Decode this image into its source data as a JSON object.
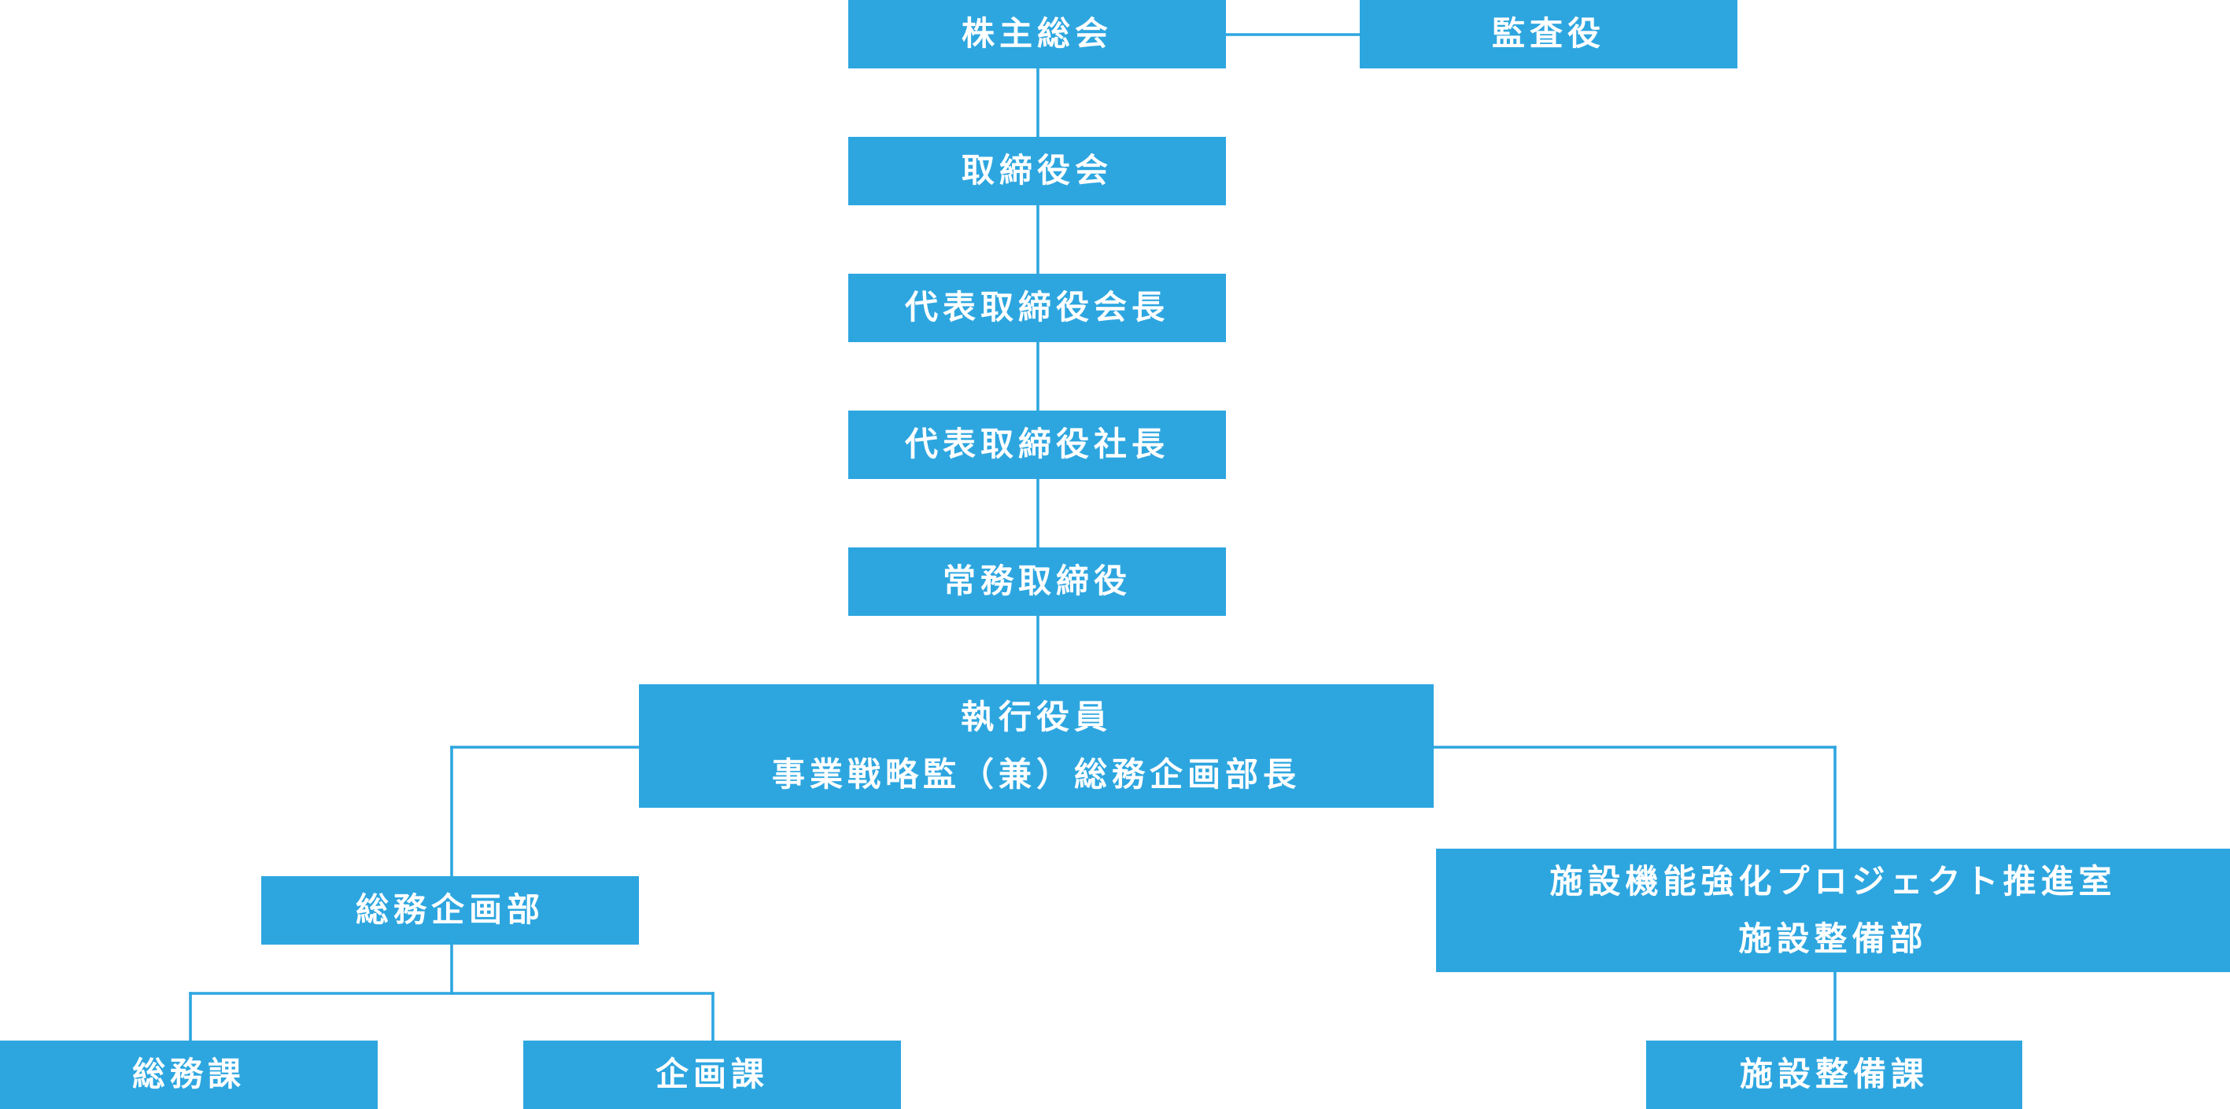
{
  "org_chart": {
    "nodes": {
      "shareholders_meeting": {
        "lines": [
          "株主総会"
        ]
      },
      "auditor": {
        "lines": [
          "監査役"
        ]
      },
      "board_of_directors": {
        "lines": [
          "取締役会"
        ]
      },
      "chairman": {
        "lines": [
          "代表取締役会長"
        ]
      },
      "president": {
        "lines": [
          "代表取締役社長"
        ]
      },
      "managing_director": {
        "lines": [
          "常務取締役"
        ]
      },
      "executive_officer": {
        "lines": [
          "執行役員",
          "事業戦略監（兼）総務企画部長"
        ]
      },
      "general_planning_dept": {
        "lines": [
          "総務企画部"
        ]
      },
      "facility_strengthening_office": {
        "lines": [
          "施設機能強化プロジェクト推進室",
          "施設整備部"
        ]
      },
      "general_affairs_section": {
        "lines": [
          "総務課"
        ]
      },
      "planning_section": {
        "lines": [
          "企画課"
        ]
      },
      "facility_maintenance_section": {
        "lines": [
          "施設整備課"
        ]
      }
    },
    "edges": [
      [
        "shareholders_meeting",
        "auditor"
      ],
      [
        "shareholders_meeting",
        "board_of_directors"
      ],
      [
        "board_of_directors",
        "chairman"
      ],
      [
        "chairman",
        "president"
      ],
      [
        "president",
        "managing_director"
      ],
      [
        "managing_director",
        "executive_officer"
      ],
      [
        "executive_officer",
        "general_planning_dept"
      ],
      [
        "executive_officer",
        "facility_strengthening_office"
      ],
      [
        "general_planning_dept",
        "general_affairs_section"
      ],
      [
        "general_planning_dept",
        "planning_section"
      ],
      [
        "facility_strengthening_office",
        "facility_maintenance_section"
      ]
    ]
  },
  "colors": {
    "box_fill": "#2da6e0",
    "connector": "#2da6e0",
    "text": "#ffffff",
    "background": "#ffffff"
  }
}
